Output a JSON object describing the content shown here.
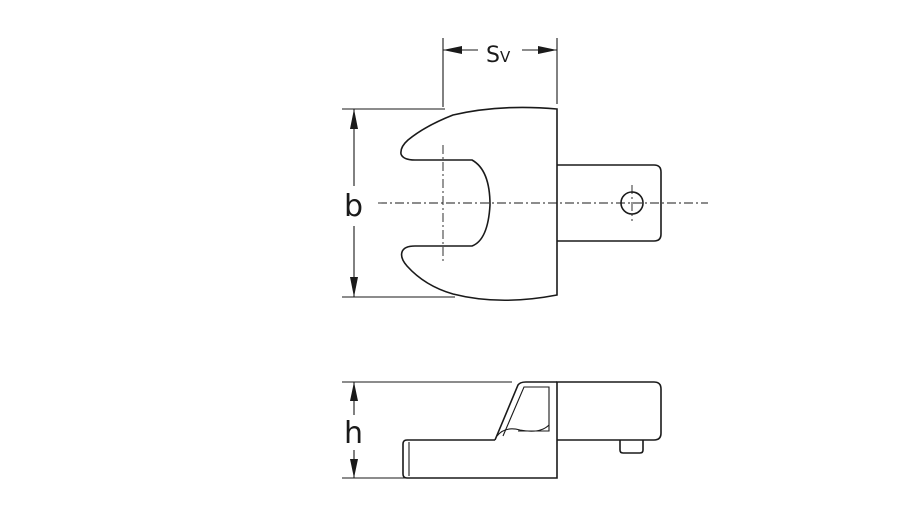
{
  "labels": {
    "sv_main": "S",
    "sv_sub": "V",
    "b": "b",
    "h": "h"
  },
  "colors": {
    "line": "#1a1a1a",
    "background": "#ffffff"
  }
}
